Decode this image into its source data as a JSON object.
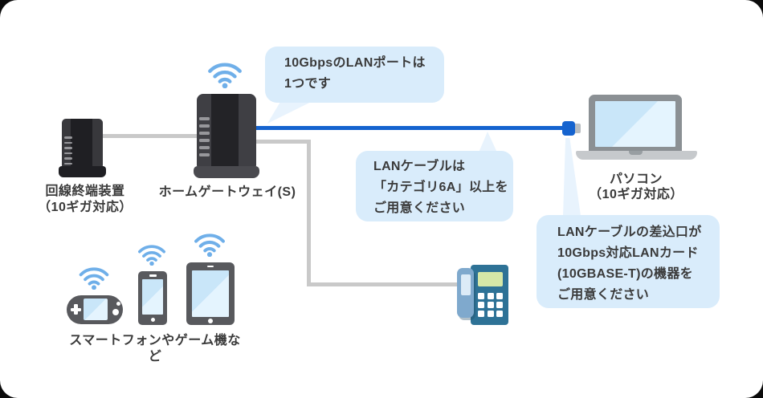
{
  "colors": {
    "bubble_bg": "#d9ecfb",
    "bubble_tail": "#e8f3fd",
    "lan_blue": "#1563cf",
    "cable_grey": "#c9c9c9",
    "wifi_blue": "#6fafe9",
    "text": "#3a3a3a"
  },
  "labels": {
    "onu": {
      "line1": "回線終端装置",
      "line2": "（10ギガ対応）"
    },
    "gateway": {
      "line1": "ホームゲートウェイ(S)"
    },
    "pc": {
      "line1": "パソコン",
      "line2": "（10ギガ対応）"
    },
    "mobile_group": {
      "line1": "スマートフォンやゲーム機など"
    }
  },
  "bubbles": {
    "lan_port": {
      "line1": "10GbpsのLANポートは",
      "line2": "1つです"
    },
    "lan_cable": {
      "line1": "LANケーブルは",
      "line2": "「カテゴリ6A」以上を",
      "line3": "ご用意ください"
    },
    "lan_card": {
      "line1": "LANケーブルの差込口が",
      "line2": "10Gbps対応LANカード",
      "line3": "(10GBASE-T)の機器を",
      "line4": "ご用意ください"
    }
  },
  "icons": {
    "wifi": "wifi-icon"
  }
}
